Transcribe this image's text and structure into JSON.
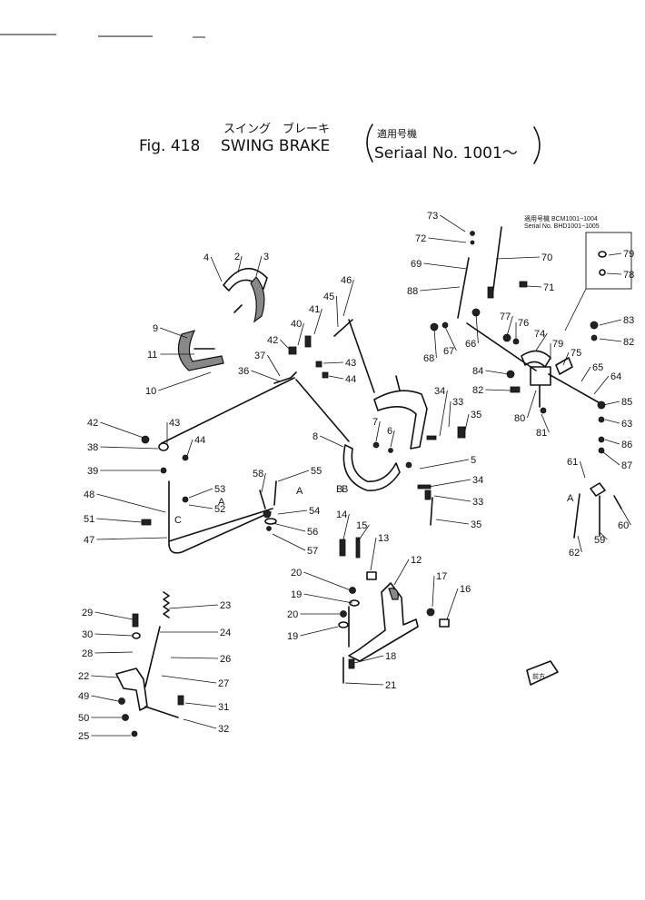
{
  "title": {
    "jp": "スイング　ブレーキ",
    "fig": "Fig. 418",
    "name": "SWING BRAKE",
    "serial_jp": "適用号機",
    "serial": "Seriaal No. 1001～"
  },
  "inset_note": {
    "line1": "適用号機 BCM1001~1004",
    "line2": "Serial No. BHD1001~1005"
  },
  "direction_plate": "前方",
  "callouts": [
    {
      "id": "c73",
      "text": "73"
    },
    {
      "id": "c72",
      "text": "72"
    },
    {
      "id": "c70",
      "text": "70"
    },
    {
      "id": "c69",
      "text": "69"
    },
    {
      "id": "c71",
      "text": "71"
    },
    {
      "id": "c88",
      "text": "88"
    },
    {
      "id": "c79a",
      "text": "79"
    },
    {
      "id": "c78",
      "text": "78"
    },
    {
      "id": "c83",
      "text": "83"
    },
    {
      "id": "c82a",
      "text": "82"
    },
    {
      "id": "c4",
      "text": "4"
    },
    {
      "id": "c2",
      "text": "2"
    },
    {
      "id": "c3",
      "text": "3"
    },
    {
      "id": "c46",
      "text": "46"
    },
    {
      "id": "c45",
      "text": "45"
    },
    {
      "id": "c9",
      "text": "9"
    },
    {
      "id": "c41",
      "text": "41"
    },
    {
      "id": "c40",
      "text": "40"
    },
    {
      "id": "c11",
      "text": "11"
    },
    {
      "id": "c42a",
      "text": "42"
    },
    {
      "id": "c37",
      "text": "37"
    },
    {
      "id": "c43a",
      "text": "43"
    },
    {
      "id": "c44a",
      "text": "44"
    },
    {
      "id": "c36",
      "text": "36"
    },
    {
      "id": "c10",
      "text": "10"
    },
    {
      "id": "c68",
      "text": "68"
    },
    {
      "id": "c67",
      "text": "67"
    },
    {
      "id": "c66",
      "text": "66"
    },
    {
      "id": "c77",
      "text": "77"
    },
    {
      "id": "c76",
      "text": "76"
    },
    {
      "id": "c74",
      "text": "74"
    },
    {
      "id": "c79b",
      "text": "79"
    },
    {
      "id": "c75",
      "text": "75"
    },
    {
      "id": "c65",
      "text": "65"
    },
    {
      "id": "c64",
      "text": "64"
    },
    {
      "id": "c84",
      "text": "84"
    },
    {
      "id": "c82b",
      "text": "82"
    },
    {
      "id": "c80",
      "text": "80"
    },
    {
      "id": "c81",
      "text": "81"
    },
    {
      "id": "c85",
      "text": "85"
    },
    {
      "id": "c63",
      "text": "63"
    },
    {
      "id": "c86",
      "text": "86"
    },
    {
      "id": "c87",
      "text": "87"
    },
    {
      "id": "c34a",
      "text": "34"
    },
    {
      "id": "c33a",
      "text": "33"
    },
    {
      "id": "c35a",
      "text": "35"
    },
    {
      "id": "c42b",
      "text": "42"
    },
    {
      "id": "c43b",
      "text": "43"
    },
    {
      "id": "c38",
      "text": "38"
    },
    {
      "id": "c44b",
      "text": "44"
    },
    {
      "id": "c7",
      "text": "7"
    },
    {
      "id": "c6",
      "text": "6"
    },
    {
      "id": "c8",
      "text": "8"
    },
    {
      "id": "c5",
      "text": "5"
    },
    {
      "id": "c39",
      "text": "39"
    },
    {
      "id": "c58",
      "text": "58"
    },
    {
      "id": "c55",
      "text": "55"
    },
    {
      "id": "c53",
      "text": "53"
    },
    {
      "id": "c34b",
      "text": "34"
    },
    {
      "id": "c61",
      "text": "61"
    },
    {
      "id": "c48",
      "text": "48"
    },
    {
      "id": "c52",
      "text": "52"
    },
    {
      "id": "c54",
      "text": "54"
    },
    {
      "id": "c33b",
      "text": "33"
    },
    {
      "id": "c51",
      "text": "51"
    },
    {
      "id": "c56",
      "text": "56"
    },
    {
      "id": "c35b",
      "text": "35"
    },
    {
      "id": "c62",
      "text": "62"
    },
    {
      "id": "c59",
      "text": "59"
    },
    {
      "id": "c60",
      "text": "60"
    },
    {
      "id": "c47",
      "text": "47"
    },
    {
      "id": "c57",
      "text": "57"
    },
    {
      "id": "c14",
      "text": "14"
    },
    {
      "id": "c15",
      "text": "15"
    },
    {
      "id": "c13",
      "text": "13"
    },
    {
      "id": "c12",
      "text": "12"
    },
    {
      "id": "c20a",
      "text": "20"
    },
    {
      "id": "c17",
      "text": "17"
    },
    {
      "id": "c16",
      "text": "16"
    },
    {
      "id": "c19a",
      "text": "19"
    },
    {
      "id": "c20b",
      "text": "20"
    },
    {
      "id": "c19b",
      "text": "19"
    },
    {
      "id": "c18",
      "text": "18"
    },
    {
      "id": "c21",
      "text": "21"
    },
    {
      "id": "c29",
      "text": "29"
    },
    {
      "id": "c23",
      "text": "23"
    },
    {
      "id": "c30",
      "text": "30"
    },
    {
      "id": "c24",
      "text": "24"
    },
    {
      "id": "c28",
      "text": "28"
    },
    {
      "id": "c26",
      "text": "26"
    },
    {
      "id": "c22",
      "text": "22"
    },
    {
      "id": "c27",
      "text": "27"
    },
    {
      "id": "c49",
      "text": "49"
    },
    {
      "id": "c31",
      "text": "31"
    },
    {
      "id": "c50",
      "text": "50"
    },
    {
      "id": "c32",
      "text": "32"
    },
    {
      "id": "c25",
      "text": "25"
    }
  ],
  "point_labels": [
    {
      "id": "pA1",
      "text": "A"
    },
    {
      "id": "pB1",
      "text": "B"
    },
    {
      "id": "pB2",
      "text": "B"
    },
    {
      "id": "pC",
      "text": "C"
    },
    {
      "id": "pA2",
      "text": "A"
    },
    {
      "id": "pA3",
      "text": "A"
    }
  ]
}
